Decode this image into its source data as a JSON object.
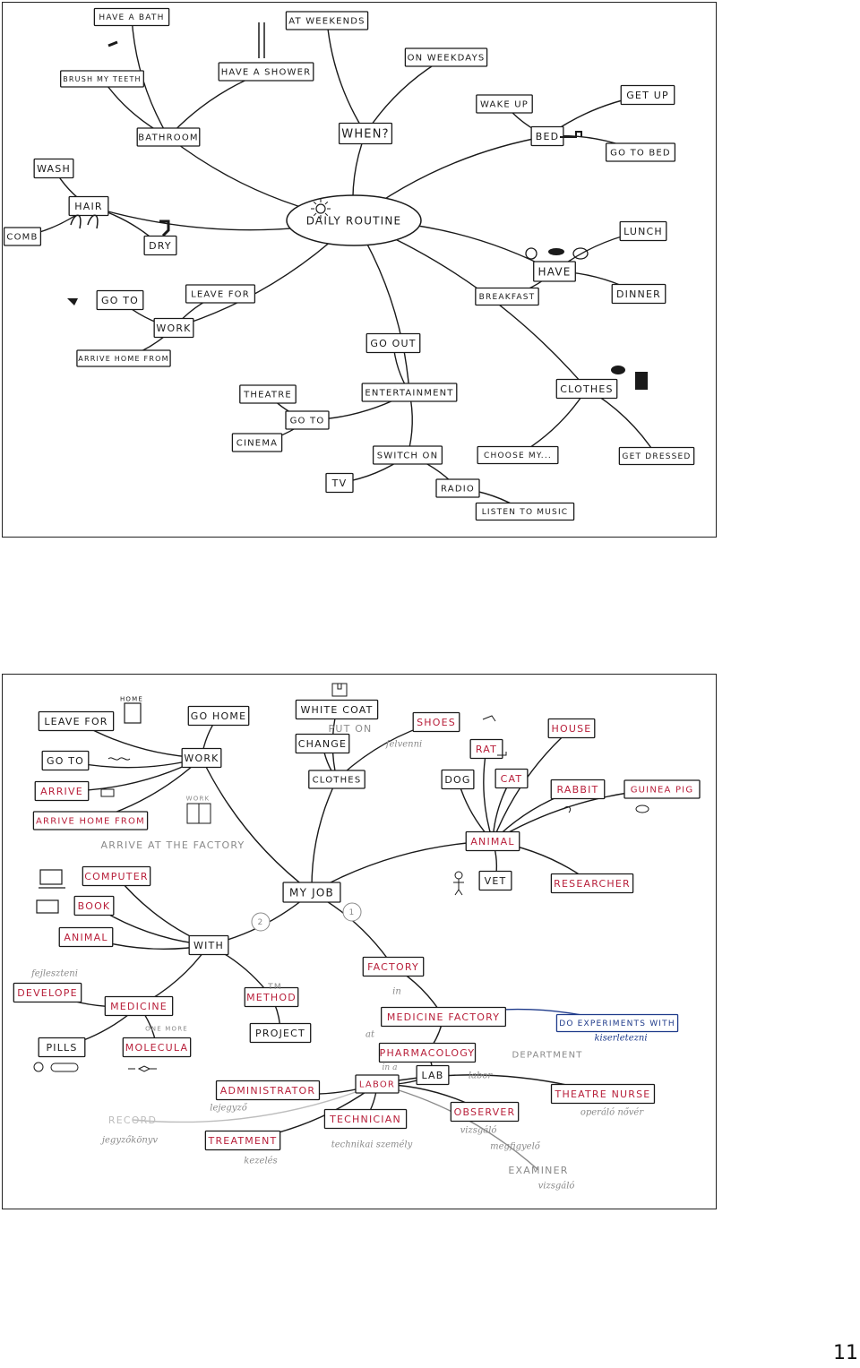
{
  "colors": {
    "ink": "#1a1a1a",
    "pencil": "#8a8a8a",
    "red": "#b81f3a",
    "blue": "#1e3a8a",
    "faint": "#bdbdbd"
  },
  "page_number": "11",
  "diagram1": {
    "center": "DAILY ROUTINE",
    "nodes": {
      "when": "WHEN?",
      "on_weekdays": "ON WEEKDAYS",
      "at_weekends": "AT WEEKENDS",
      "bed": "BED",
      "wake_up": "WAKE UP",
      "get_up": "GET UP",
      "go_to_bed": "GO TO BED",
      "have": "HAVE",
      "lunch": "LUNCH",
      "breakfast": "BREAKFAST",
      "dinner": "DINNER",
      "clothes": "CLOTHES",
      "choose_my": "CHOOSE MY...",
      "get_dressed": "GET DRESSED",
      "entertainment": "ENTERTAINMENT",
      "go_out": "GO OUT",
      "go_to_2": "GO TO",
      "theatre": "THEATRE",
      "cinema": "CINEMA",
      "switch_on": "SWITCH ON",
      "tv": "TV",
      "radio": "RADIO",
      "listen_to_music": "LISTEN TO MUSIC",
      "work": "WORK",
      "go_to": "GO TO",
      "leave_for": "LEAVE FOR",
      "arrive_home_from": "ARRIVE HOME FROM",
      "bathroom": "BATHROOM",
      "have_a_bath": "HAVE A BATH",
      "brush_my_teeth": "BRUSH MY TEETH",
      "have_a_shower": "HAVE A SHOWER",
      "hair": "HAIR",
      "wash": "WASH",
      "comb": "COMB",
      "dry": "DRY"
    }
  },
  "diagram2": {
    "center": "MY JOB",
    "nodes": {
      "work": "WORK",
      "leave_for": "LEAVE FOR",
      "go_home": "GO HOME",
      "go_to": "GO TO",
      "arrive": "ARRIVE",
      "arrive_home_from": "ARRIVE HOME FROM",
      "arrive_at_factory": "ARRIVE AT THE FACTORY",
      "home_label": "HOME",
      "work_label": "WORK",
      "clothes": "CLOTHES",
      "white_coat": "WHITE COAT",
      "put_on": "PUT ON",
      "change": "CHANGE",
      "felvenni": "felvenni",
      "shoes": "SHOES",
      "animal": "ANIMAL",
      "rat": "RAT",
      "dog": "DOG",
      "cat": "CAT",
      "house": "HOUSE",
      "rabbit": "RABBIT",
      "guinea_pig": "GUINEA PIG",
      "vet": "VET",
      "researcher": "RESEARCHER",
      "with": "WITH",
      "computer": "COMPUTER",
      "book": "BOOK",
      "animal_2": "ANIMAL",
      "fejleszteni": "fejleszteni",
      "develope": "DEVELOPE",
      "medicine": "MEDICINE",
      "one_more": "ONE MORE",
      "pills": "PILLS",
      "molecula": "MOLECULA",
      "method": "METHOD",
      "project": "PROJECT",
      "factory": "FACTORY",
      "in": "in",
      "medicine_factory": "MEDICINE FACTORY",
      "do_experiments_with": "DO EXPERIMENTS WITH",
      "kiserletezni": "kiserletezni",
      "at": "at",
      "pharmacology": "PHARMACOLOGY",
      "department": "DEPARTMENT",
      "lab": "LAB",
      "labor": "labor",
      "in_a": "in a",
      "tm": "TM",
      "circle_1": "1",
      "circle_2": "2",
      "labor_node": "LABOR",
      "administrator": "ADMINISTRATOR",
      "lejegyzo": "lejegyző",
      "record": "RECORD",
      "jegyzokonyv": "jegyzőkönyv",
      "treatment": "TREATMENT",
      "kezeles": "kezelés",
      "technician": "TECHNICIAN",
      "technikai_szemely": "technikai személy",
      "observer": "OBSERVER",
      "vizsgalo": "vizsgáló",
      "megfigyelo": "megfigyelő",
      "examiner": "EXAMINER",
      "vizsgalo_2": "vizsgáló",
      "theatre_nurse": "THEATRE NURSE",
      "operalo_nover": "operáló nővér"
    }
  }
}
